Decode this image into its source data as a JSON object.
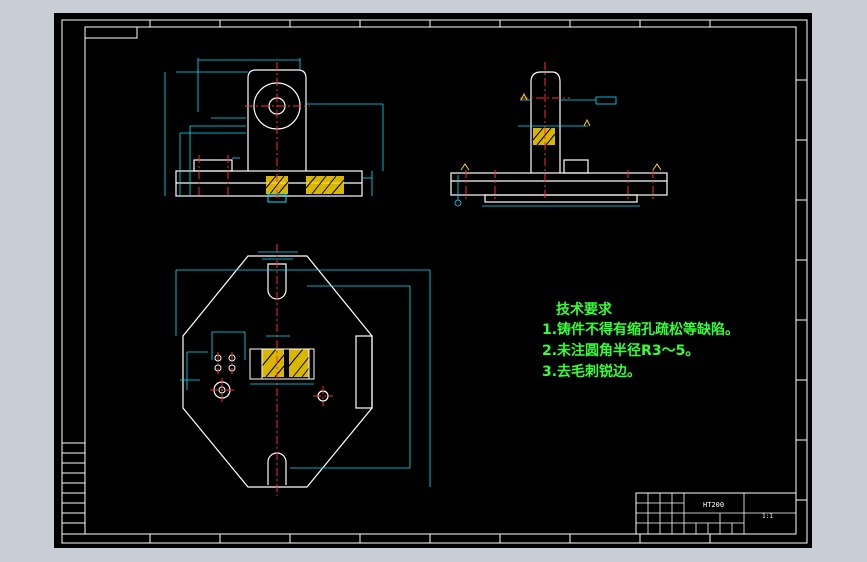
{
  "app": {
    "background": "#c9ced6",
    "sheet_color": "#000000",
    "frame_color": "#ffffff",
    "outline_color": "#ffffff",
    "dimension_color": "#00e5ff",
    "centerline_color": "#ff2a2a",
    "hatch_color": "#ffd700",
    "note_color": "#35ff35"
  },
  "technical_requirements": {
    "title": "技术要求",
    "items": [
      "1.铸件不得有缩孔疏松等缺陷。",
      "2.未注圆角半径R3～5。",
      "3.去毛刺锐边。"
    ]
  },
  "title_block": {
    "part_name": "HT200",
    "scale_text": "1:1"
  }
}
